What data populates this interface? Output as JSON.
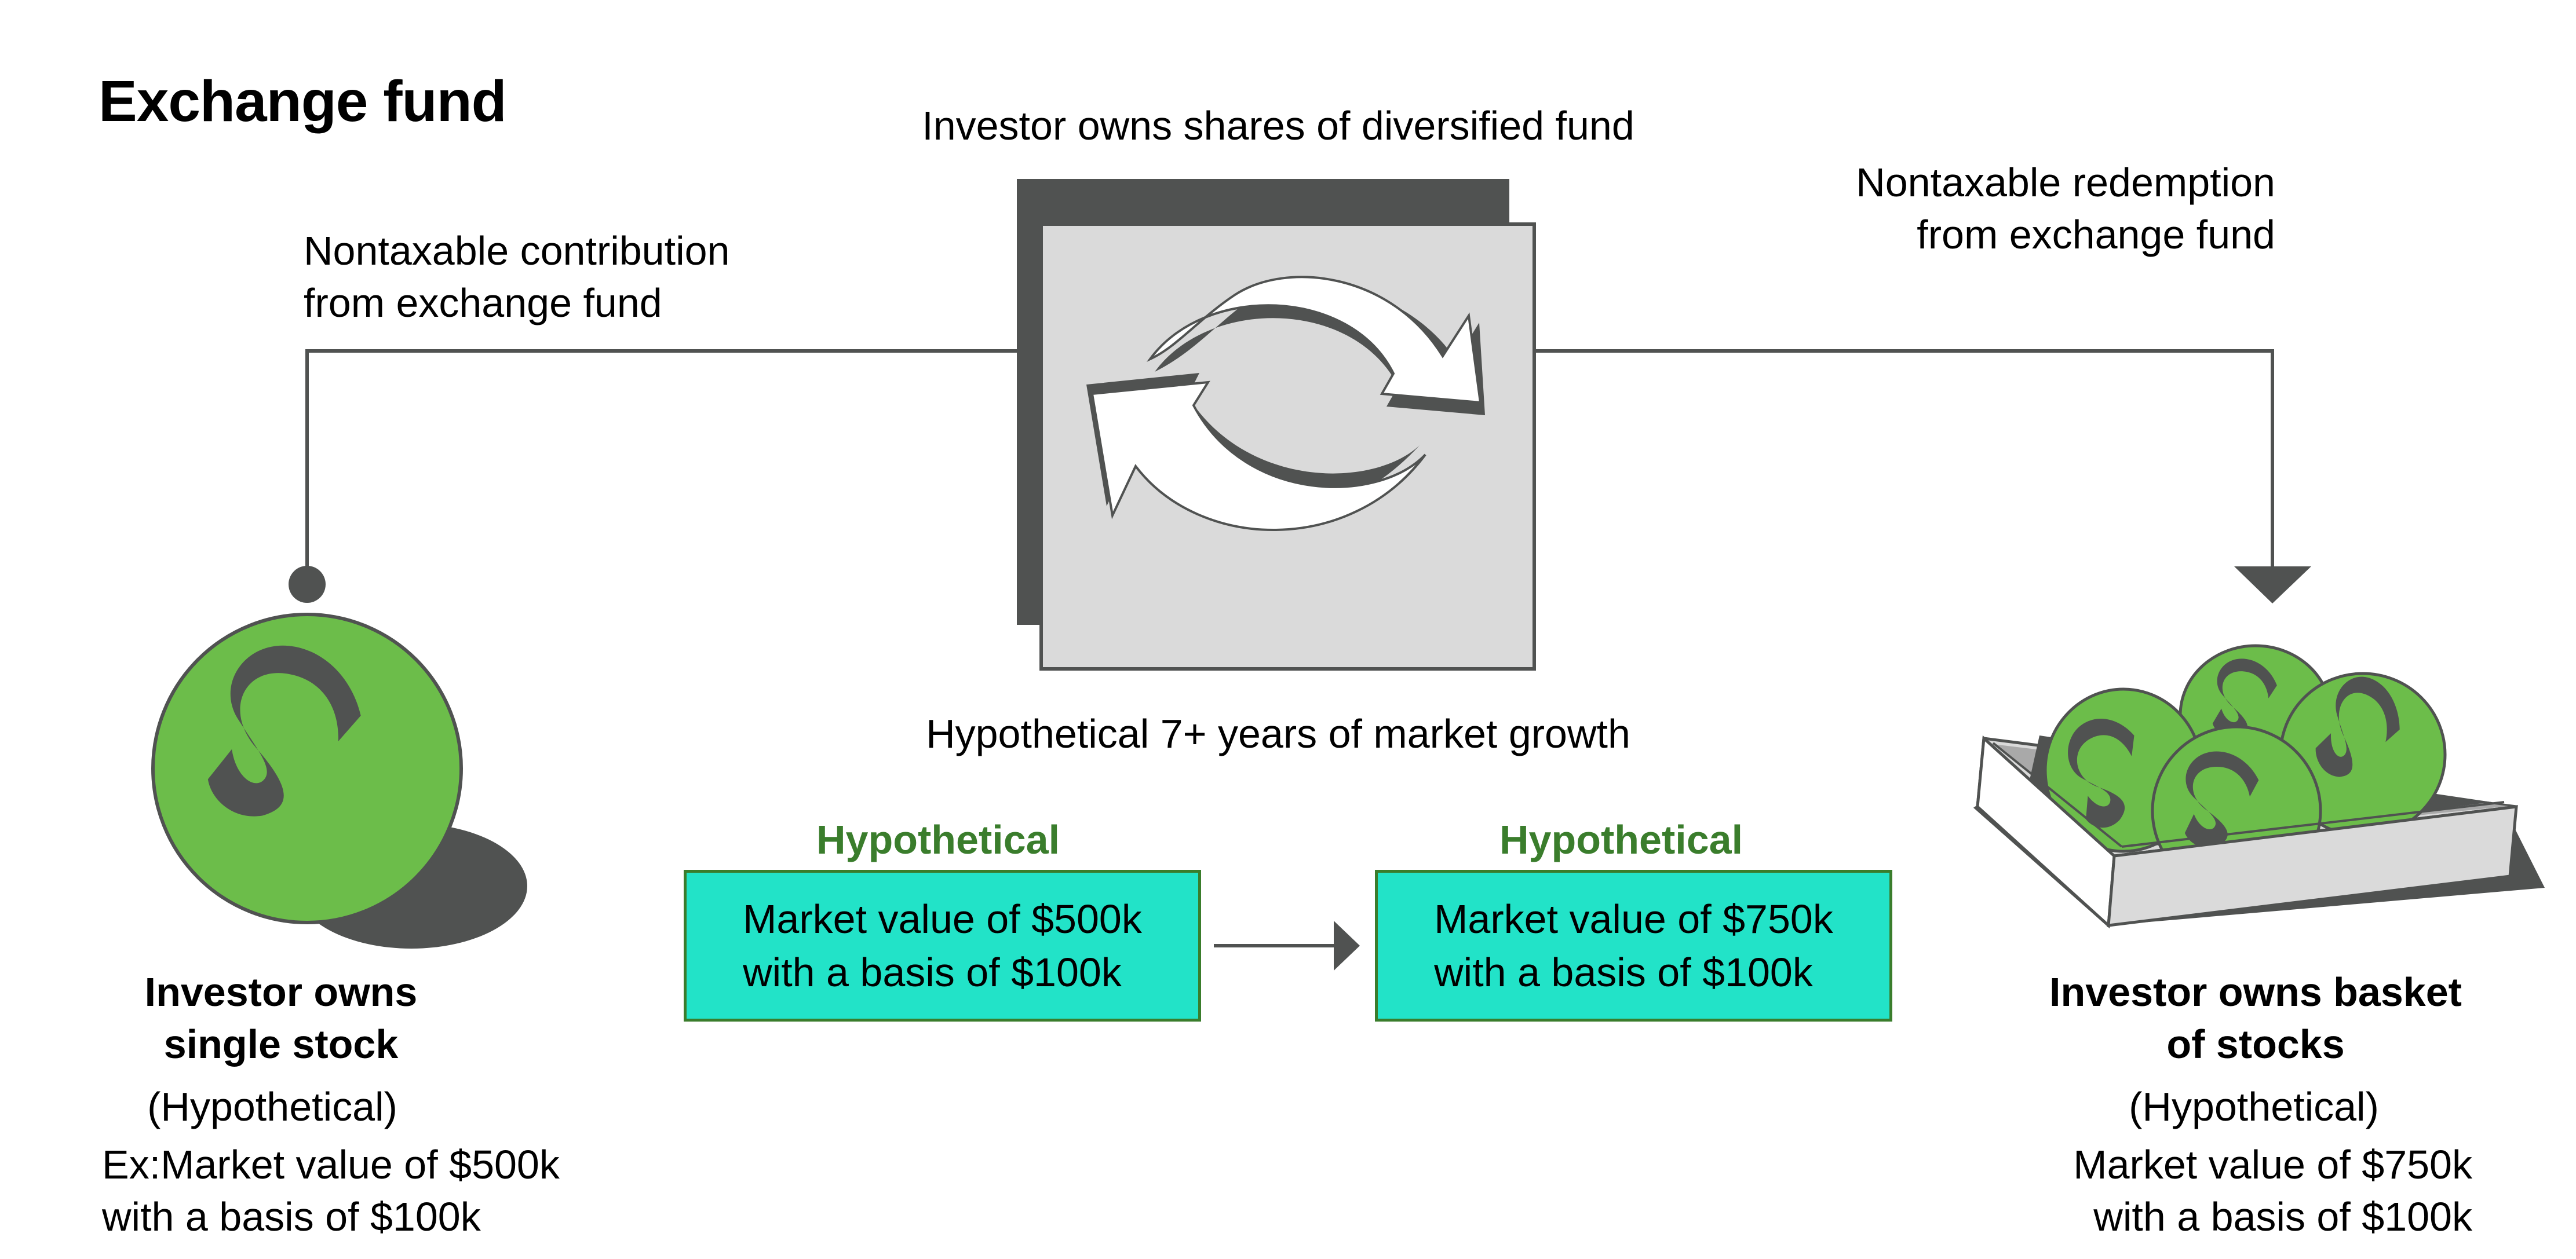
{
  "title": "Exchange fund",
  "fund": {
    "label": "Investor owns shares of diversified fund",
    "icon": "exchange-cycle-arrows-icon"
  },
  "contribution": {
    "line1": "Nontaxable contribution",
    "line2": "from exchange fund"
  },
  "redemption": {
    "line1": "Nontaxable redemption",
    "line2": "from exchange fund"
  },
  "growth": {
    "label": "Hypothetical 7+ years of market growth",
    "before": {
      "heading": "Hypothetical",
      "line1": "Market value of $500k",
      "line2": "with a basis of $100k"
    },
    "after": {
      "heading": "Hypothetical",
      "line1": "Market value of $750k",
      "line2": "with a basis of $100k"
    }
  },
  "single_stock": {
    "icon": "single-stock-coin-icon",
    "title_line1": "Investor owns",
    "title_line2": "single stock",
    "qualifier": "(Hypothetical)",
    "value_line1": "Ex:Market value of $500k",
    "value_line2": "with a basis of $100k"
  },
  "basket": {
    "icon": "basket-of-stocks-icon",
    "title_line1": "Investor owns basket",
    "title_line2": "of stocks",
    "qualifier": "(Hypothetical)",
    "value_line1": "Market value of $750k",
    "value_line2": "with a basis of $100k"
  },
  "colors": {
    "accent_green": "#3A7D2C",
    "coin_green": "#6CBD4A",
    "value_box_teal": "#22E3C8",
    "dark_gray": "#505251",
    "light_gray": "#DADADA"
  }
}
